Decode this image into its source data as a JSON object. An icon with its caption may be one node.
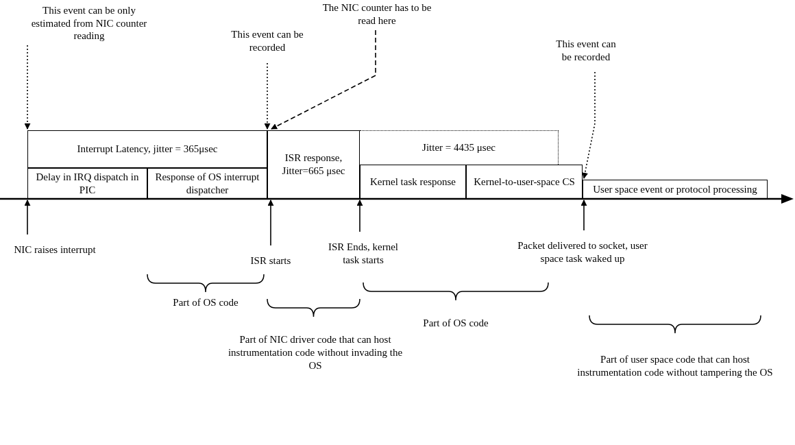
{
  "diagram": {
    "nodes": [
      {
        "text": [
          "Interrupt Latency, jitter = 365μsec"
        ]
      },
      {
        "text": [
          "Delay in IRQ dispatch in PIC"
        ]
      },
      {
        "text": [
          "Response of OS interrupt dispatcher"
        ]
      },
      {
        "text": [
          "ISR response, Jitter=665 μsec"
        ]
      },
      {
        "text": [
          "Jitter = 4435 μsec"
        ]
      },
      {
        "text": [
          "Kernel task response"
        ]
      },
      {
        "text": [
          "Kernel-to-user-space CS"
        ]
      },
      {
        "text": [
          "User space event or protocol processing"
        ]
      },
      {
        "text": [
          "This event can be only estimated from NIC counter reading"
        ]
      },
      {
        "text": [
          "This event can be recorded"
        ]
      },
      {
        "text": [
          "The NIC counter has to be read here"
        ]
      },
      {
        "text": [
          "This event can be recorded"
        ]
      },
      {
        "text": [
          "NIC raises interrupt"
        ]
      },
      {
        "text": [
          "ISR starts"
        ]
      },
      {
        "text": [
          "ISR Ends, kernel task starts"
        ]
      },
      {
        "text": [
          "Packet delivered to socket, user space task waked up"
        ]
      }
    ],
    "edges": [
      {
        "from": 8,
        "to": 0,
        "arrow": "to",
        "style": "dashed"
      },
      {
        "from": 9,
        "to": 3,
        "arrow": "to",
        "style": "dashed"
      },
      {
        "from": 10,
        "to": 3,
        "arrow": "to",
        "style": "dashed"
      },
      {
        "from": 11,
        "to": 7,
        "arrow": "to",
        "style": "dashed"
      },
      {
        "from": 12,
        "to": 1,
        "arrow": "to"
      },
      {
        "from": 13,
        "to": 2,
        "arrow": "to"
      },
      {
        "from": 14,
        "to": 5,
        "arrow": "to"
      },
      {
        "from": 15,
        "to": 7,
        "arrow": "to"
      }
    ],
    "labels": [
      "Part of OS code",
      "Part of OS code",
      "Part of NIC driver code that can host instrumentation code without invading the OS",
      "Part of user space code that can host instrumentation code without tampering the OS"
    ]
  }
}
